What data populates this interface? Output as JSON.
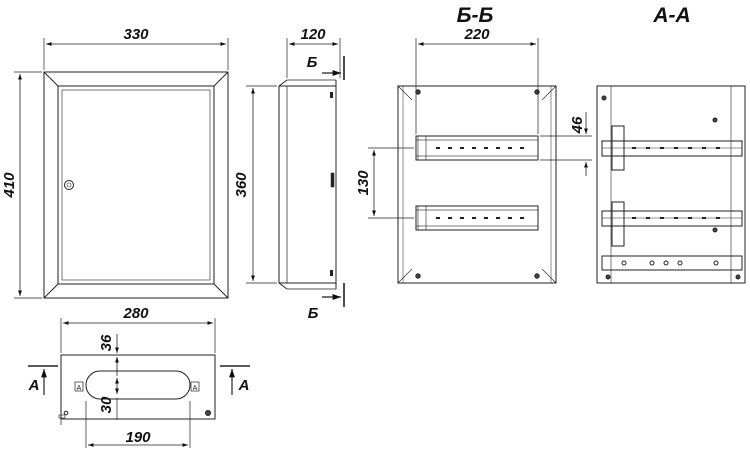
{
  "drawing": {
    "front_view": {
      "width_label": "330",
      "height_label": "410"
    },
    "side_view": {
      "depth_label": "120",
      "height_label": "360",
      "cut_marker_top": "Б",
      "cut_marker_bottom": "Б"
    },
    "section_bb": {
      "title": "Б-Б",
      "width_label": "220",
      "rail_pitch_label": "130",
      "rail_height_label": "46"
    },
    "section_aa": {
      "title": "А-А"
    },
    "bottom_view": {
      "width_label": "280",
      "depth_label": "36",
      "opening_label": "30",
      "opening_width_label": "190",
      "cut_marker_left": "А",
      "cut_marker_right": "А",
      "tag_left": "A",
      "tag_right": "A"
    }
  },
  "colors": {
    "line": "#222222",
    "fill": "#ffffff"
  }
}
